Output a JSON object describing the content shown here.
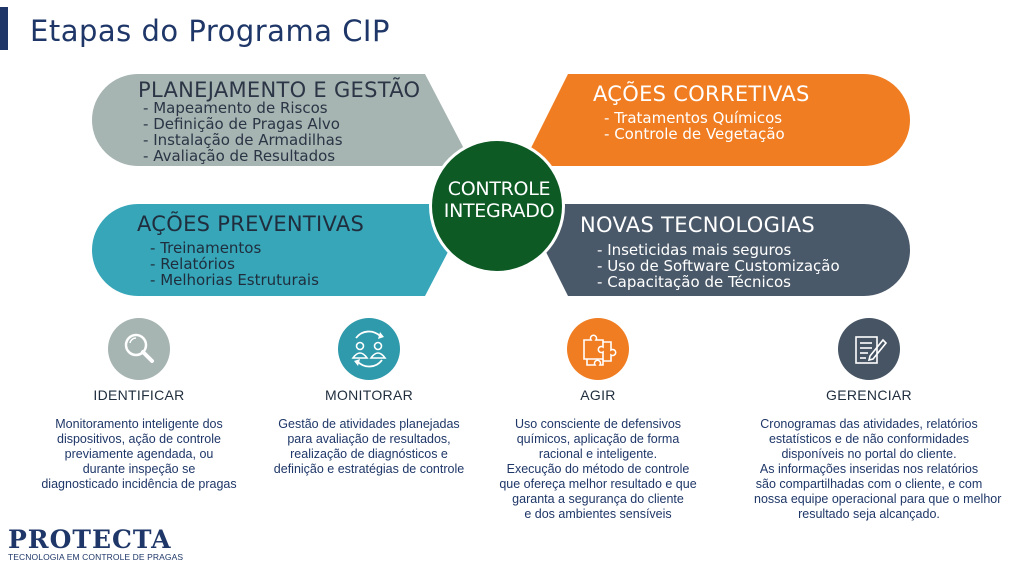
{
  "page_title": "Etapas do Programa CIP",
  "center": {
    "line1": "CONTROLE",
    "line2": "INTEGRADO",
    "color": "#0d5a25"
  },
  "panels": {
    "top_left": {
      "title": "PLANEJAMENTO E GESTÃO",
      "color": "#a6b4b2",
      "items": [
        "Mapeamento de Riscos",
        "Definição de Pragas Alvo",
        "Instalação de Armadilhas",
        "Avaliação de Resultados"
      ]
    },
    "top_right": {
      "title": "AÇÕES CORRETIVAS",
      "color": "#f07d22",
      "items": [
        "Tratamentos Químicos",
        "Controle de Vegetação"
      ]
    },
    "bottom_left": {
      "title": "AÇÕES PREVENTIVAS",
      "color": "#36a6b8",
      "items": [
        "Treinamentos",
        "Relatórios",
        "Melhorias Estruturais"
      ]
    },
    "bottom_right": {
      "title": "NOVAS TECNOLOGIAS",
      "color": "#4a5969",
      "items": [
        "Inseticidas mais seguros",
        "Uso de Software Customização",
        "Capacitação de Técnicos"
      ]
    }
  },
  "steps": [
    {
      "title": "IDENTIFICAR",
      "icon": "magnifier-icon",
      "color": "#a6b4b2",
      "lines": [
        "Monitoramento inteligente dos",
        "dispositivos, ação de controle",
        "previamente agendada, ou",
        "durante inspeção se",
        "diagnosticado incidência de pragas"
      ]
    },
    {
      "title": "MONITORAR",
      "icon": "people-cycle-icon",
      "color": "#2f9aab",
      "lines": [
        "Gestão de atividades planejadas",
        "para avaliação de resultados,",
        "realização de diagnósticos e",
        "definição e estratégias de controle"
      ]
    },
    {
      "title": "AGIR",
      "icon": "puzzle-icon",
      "color": "#f07d22",
      "lines": [
        "Uso consciente de defensivos",
        "químicos, aplicação de forma",
        "racional e inteligente.",
        "Execução do método de controle",
        "que ofereça melhor resultado e que",
        "garanta a segurança do cliente",
        "e dos ambientes sensíveis"
      ]
    },
    {
      "title": "GERENCIAR",
      "icon": "document-pen-icon",
      "color": "#465464",
      "lines": [
        "Cronogramas das atividades, relatórios",
        "estatísticos e de não conformidades",
        "disponíveis no portal do cliente.",
        "As informações inseridas nos relatórios",
        "são compartilhadas com o cliente, e com",
        "nossa equipe operacional para que o melhor",
        "resultado seja alcançado."
      ]
    }
  ],
  "logo": {
    "name": "PROTECTA",
    "tagline": "TECNOLOGIA EM CONTROLE DE PRAGAS"
  }
}
